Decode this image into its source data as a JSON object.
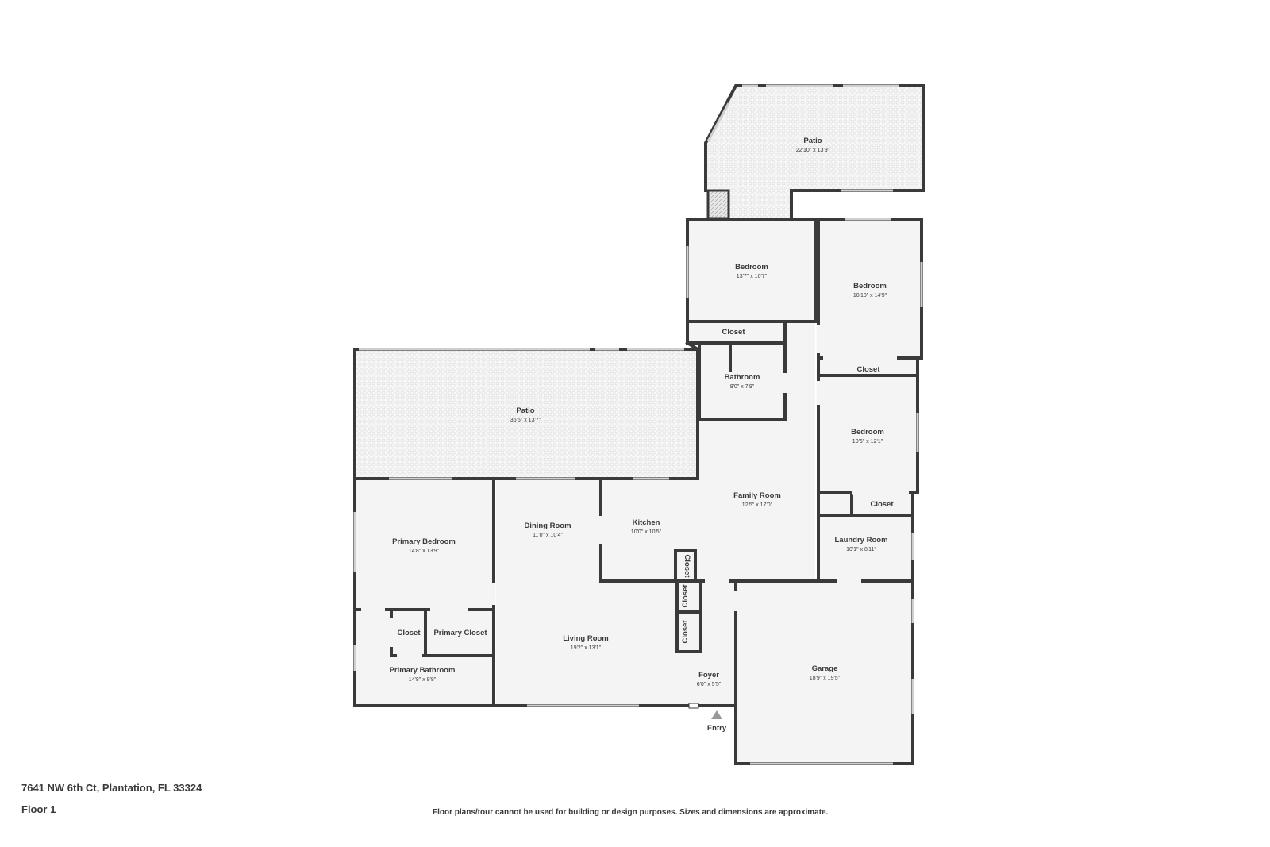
{
  "address": "7641 NW 6th Ct, Plantation, FL 33324",
  "floor": "Floor 1",
  "disclaimer": "Floor plans/tour cannot be used for building or design purposes. Sizes and dimensions are approximate.",
  "entry_label": "Entry",
  "rooms": {
    "patio_top": {
      "name": "Patio",
      "dim": "22'10\" x 13'9\""
    },
    "bedroom_1": {
      "name": "Bedroom",
      "dim": "13'7\" x 10'7\""
    },
    "bedroom_2": {
      "name": "Bedroom",
      "dim": "10'10\" x 14'9\""
    },
    "closet_1": {
      "name": "Closet"
    },
    "bathroom": {
      "name": "Bathroom",
      "dim": "9'0\" x 7'9\""
    },
    "closet_2": {
      "name": "Closet"
    },
    "bedroom_3": {
      "name": "Bedroom",
      "dim": "10'6\" x 12'1\""
    },
    "patio_main": {
      "name": "Patio",
      "dim": "36'5\" x 13'7\""
    },
    "family_room": {
      "name": "Family Room",
      "dim": "12'5\" x 17'0\""
    },
    "closet_3": {
      "name": "Closet"
    },
    "primary_bedroom": {
      "name": "Primary Bedroom",
      "dim": "14'8\" x 13'9\""
    },
    "dining_room": {
      "name": "Dining Room",
      "dim": "11'0\" x 10'4\""
    },
    "kitchen": {
      "name": "Kitchen",
      "dim": "10'0\" x 10'5\""
    },
    "laundry_room": {
      "name": "Laundry Room",
      "dim": "10'1\" x 8'11\""
    },
    "closet_v1": {
      "name": "Closet"
    },
    "closet_v2": {
      "name": "Closet"
    },
    "closet_v3": {
      "name": "Closet"
    },
    "closet_pb": {
      "name": "Closet"
    },
    "primary_closet": {
      "name": "Primary Closet"
    },
    "living_room": {
      "name": "Living Room",
      "dim": "19'2\" x 13'1\""
    },
    "garage": {
      "name": "Garage",
      "dim": "18'9\" x 19'5\""
    },
    "primary_bathroom": {
      "name": "Primary Bathroom",
      "dim": "14'8\" x 9'8\""
    },
    "foyer": {
      "name": "Foyer",
      "dim": "6'0\" x 5'5\""
    }
  }
}
